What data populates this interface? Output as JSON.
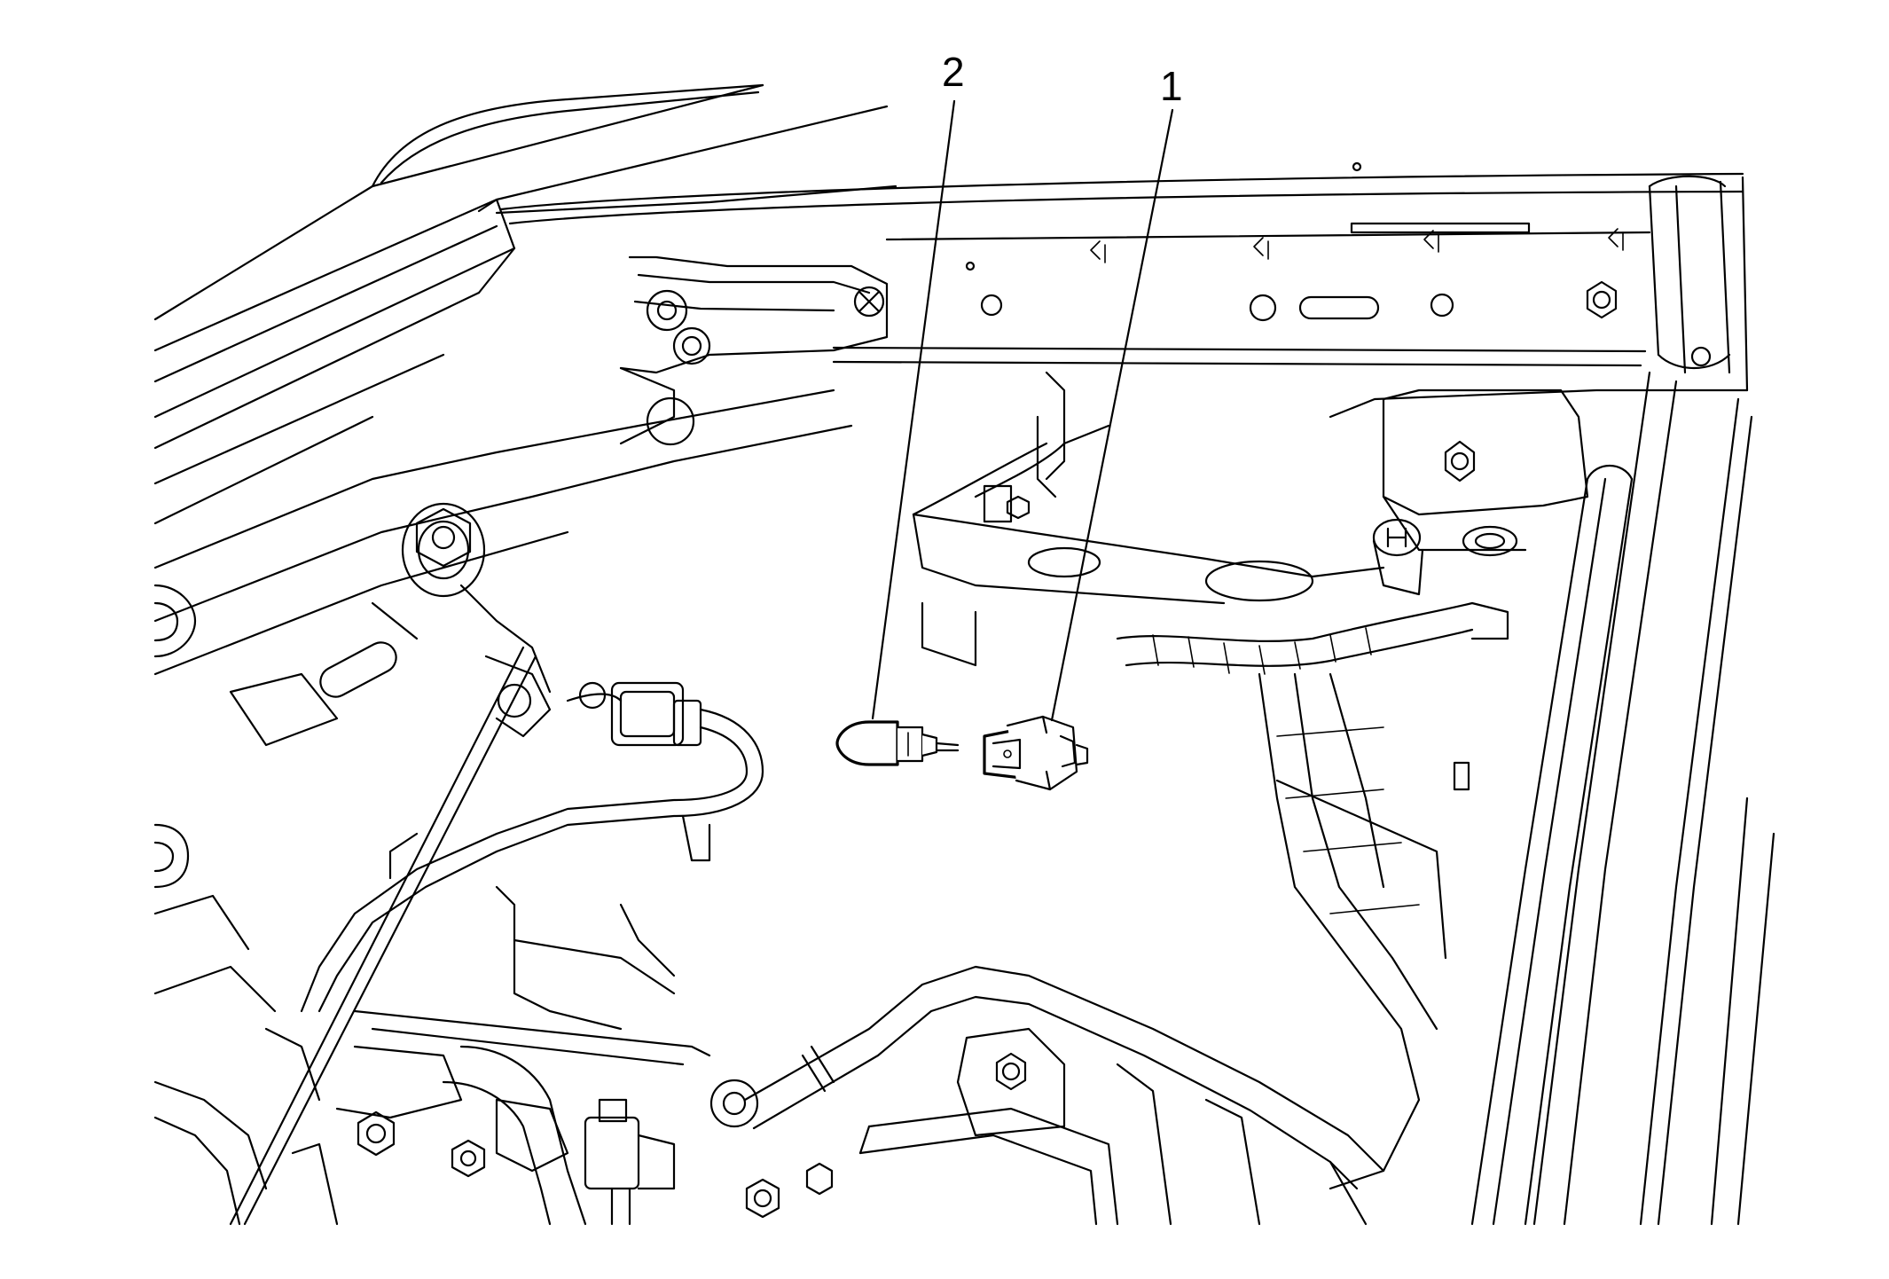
{
  "colors": {
    "line": "#000000",
    "background": "#ffffff"
  },
  "callouts": [
    {
      "label": "2",
      "part": "bulb"
    },
    {
      "label": "1",
      "part": "bulb-socket"
    }
  ]
}
